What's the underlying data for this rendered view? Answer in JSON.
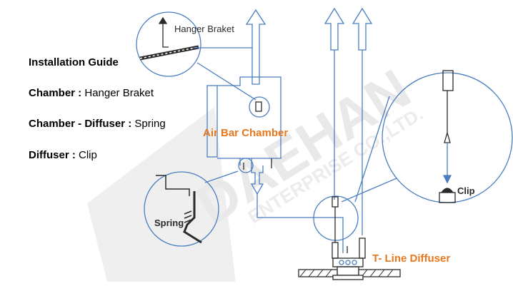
{
  "watermark": {
    "main": "DAEHAN",
    "sub": "ENTERPRISE CO.,LTD."
  },
  "guide": {
    "title": "Installation Guide",
    "rows": [
      {
        "label": "Chamber :",
        "value": " Hanger Braket"
      },
      {
        "label": "Chamber - Diffuser :",
        "value": " Spring"
      },
      {
        "label": "Diffuser :",
        "value": " Clip"
      }
    ]
  },
  "callouts": {
    "hanger": "Hanger Braket",
    "spring": "Spring",
    "clip": "Clip"
  },
  "labels": {
    "chamber": "Air Bar Chamber",
    "diffuser": "T- Line Diffuser"
  },
  "colors": {
    "line": "#4a7ec0",
    "accent": "#e8771e",
    "dark": "#2b2b2b",
    "watermark": "#e9e9e9"
  }
}
